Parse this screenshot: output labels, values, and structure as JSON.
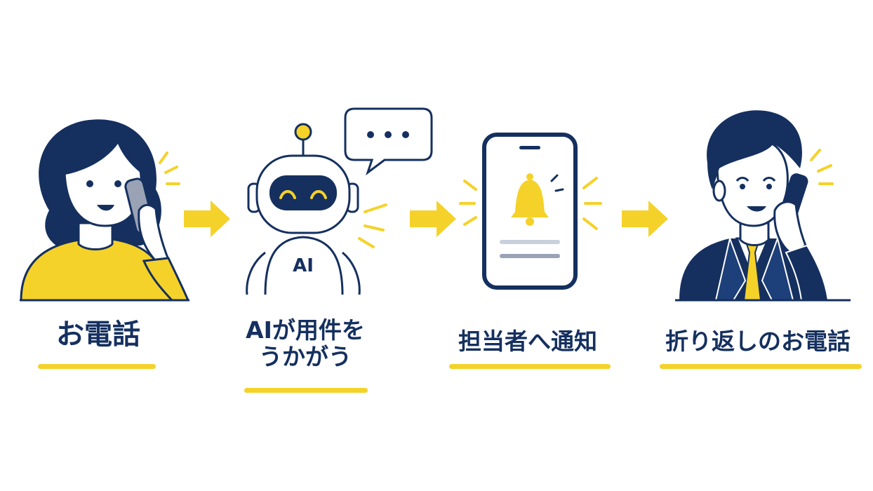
{
  "colors": {
    "navy": "#15305f",
    "yellow": "#f5d22a",
    "skin": "#ffffff",
    "screen_gray": "#9aa3b5",
    "light_gray": "#c9cfdb",
    "white": "#ffffff"
  },
  "steps": [
    {
      "label": "お電話",
      "icon": "woman-phone-icon"
    },
    {
      "label_lines": [
        "AIが用件を",
        "うかがう"
      ],
      "icon": "robot-icon",
      "badge": "AI"
    },
    {
      "label": "担当者へ通知",
      "icon": "smartphone-bell-icon"
    },
    {
      "label": "折り返しのお電話",
      "icon": "businessman-phone-icon"
    }
  ],
  "arrows": [
    "arrow-right-icon",
    "arrow-right-icon",
    "arrow-right-icon"
  ]
}
